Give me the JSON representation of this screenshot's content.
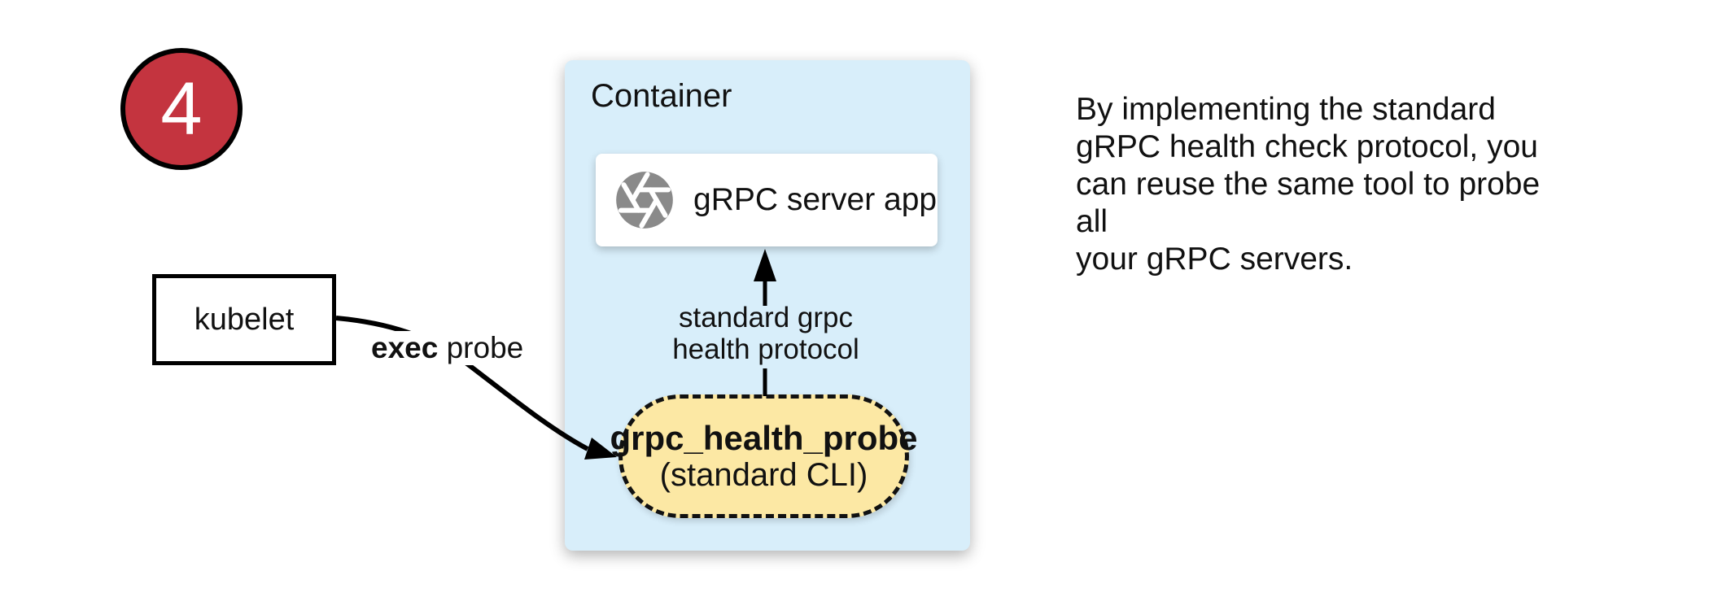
{
  "diagram": {
    "step_number": "4",
    "kubelet": {
      "label": "kubelet"
    },
    "exec_probe": {
      "emphasis": "exec",
      "rest": " probe"
    },
    "container": {
      "title": "Container",
      "server_box": {
        "label": "gRPC server app",
        "icon": "aperture-icon"
      },
      "probe_pill": {
        "title": "grpc_health_probe",
        "subtitle": "(standard CLI)"
      },
      "protocol_label": "standard grpc\nhealth protocol"
    },
    "note": "By implementing the standard\ngRPC health check protocol, you\ncan reuse the same tool to probe all\nyour gRPC servers.",
    "colors": {
      "step_badge": "#C4343F",
      "container_fill": "#D8EEFA",
      "probe_pill_fill": "#FCE8A4",
      "icon_gray": "#8A8A8A",
      "arrow": "#000000"
    }
  }
}
